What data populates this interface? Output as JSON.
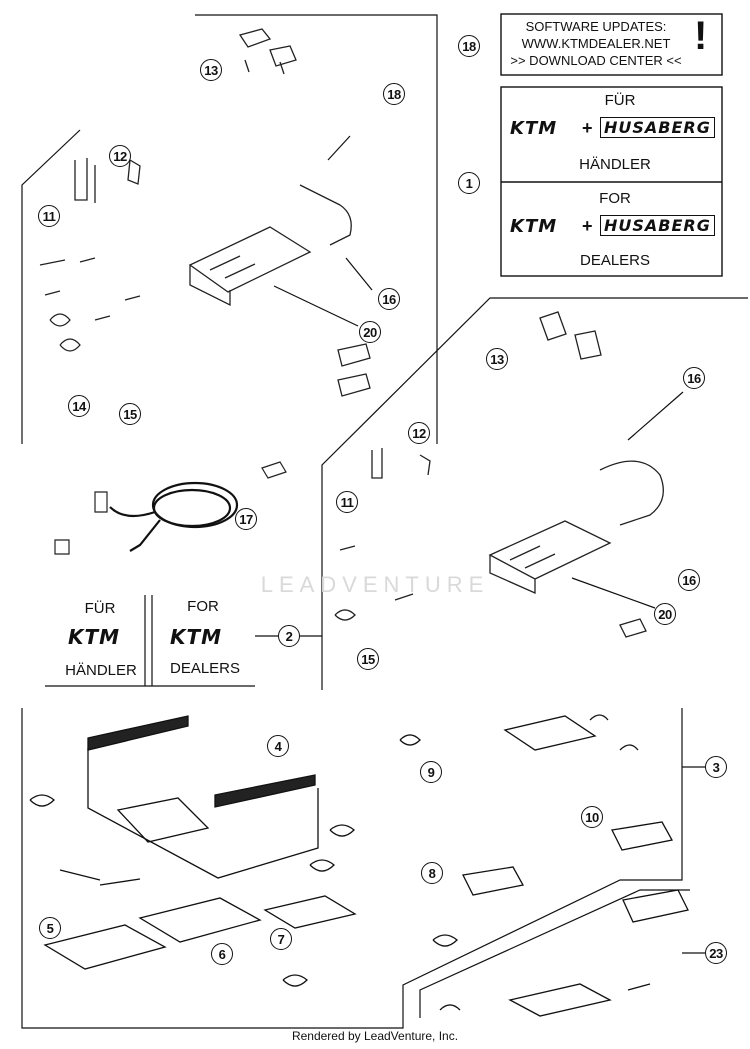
{
  "software_box": {
    "lines": [
      "SOFTWARE UPDATES:",
      "WWW.KTMDEALER.NET",
      ">> DOWNLOAD CENTER <<"
    ],
    "alert_glyph": "!"
  },
  "box1": {
    "fur": "FÜR",
    "handler": "HÄNDLER",
    "for": "FOR",
    "dealers": "DEALERS",
    "ktm": "KTM",
    "plus": "+",
    "husaberg": "HUSABERG"
  },
  "box2": {
    "fur": "FÜR",
    "handler": "HÄNDLER",
    "for": "FOR",
    "dealers": "DEALERS",
    "ktm": "KTM"
  },
  "callouts": [
    {
      "id": "c18a",
      "num": "18"
    },
    {
      "id": "c1",
      "num": "1"
    },
    {
      "id": "c13a",
      "num": "13"
    },
    {
      "id": "c18b",
      "num": "18"
    },
    {
      "id": "c12a",
      "num": "12"
    },
    {
      "id": "c11a",
      "num": "11"
    },
    {
      "id": "c16a",
      "num": "16"
    },
    {
      "id": "c20a",
      "num": "20"
    },
    {
      "id": "c14",
      "num": "14"
    },
    {
      "id": "c15a",
      "num": "15"
    },
    {
      "id": "c13b",
      "num": "13"
    },
    {
      "id": "c16b",
      "num": "16"
    },
    {
      "id": "c12b",
      "num": "12"
    },
    {
      "id": "c11b",
      "num": "11"
    },
    {
      "id": "c17",
      "num": "17"
    },
    {
      "id": "c16c",
      "num": "16"
    },
    {
      "id": "c20b",
      "num": "20"
    },
    {
      "id": "c2",
      "num": "2"
    },
    {
      "id": "c15b",
      "num": "15"
    },
    {
      "id": "c4",
      "num": "4"
    },
    {
      "id": "c9",
      "num": "9"
    },
    {
      "id": "c3",
      "num": "3"
    },
    {
      "id": "c10",
      "num": "10"
    },
    {
      "id": "c8",
      "num": "8"
    },
    {
      "id": "c5",
      "num": "5"
    },
    {
      "id": "c6",
      "num": "6"
    },
    {
      "id": "c7",
      "num": "7"
    },
    {
      "id": "c23",
      "num": "23"
    }
  ],
  "watermark": "LEADVENTURE",
  "footer": "Rendered by LeadVenture, Inc."
}
